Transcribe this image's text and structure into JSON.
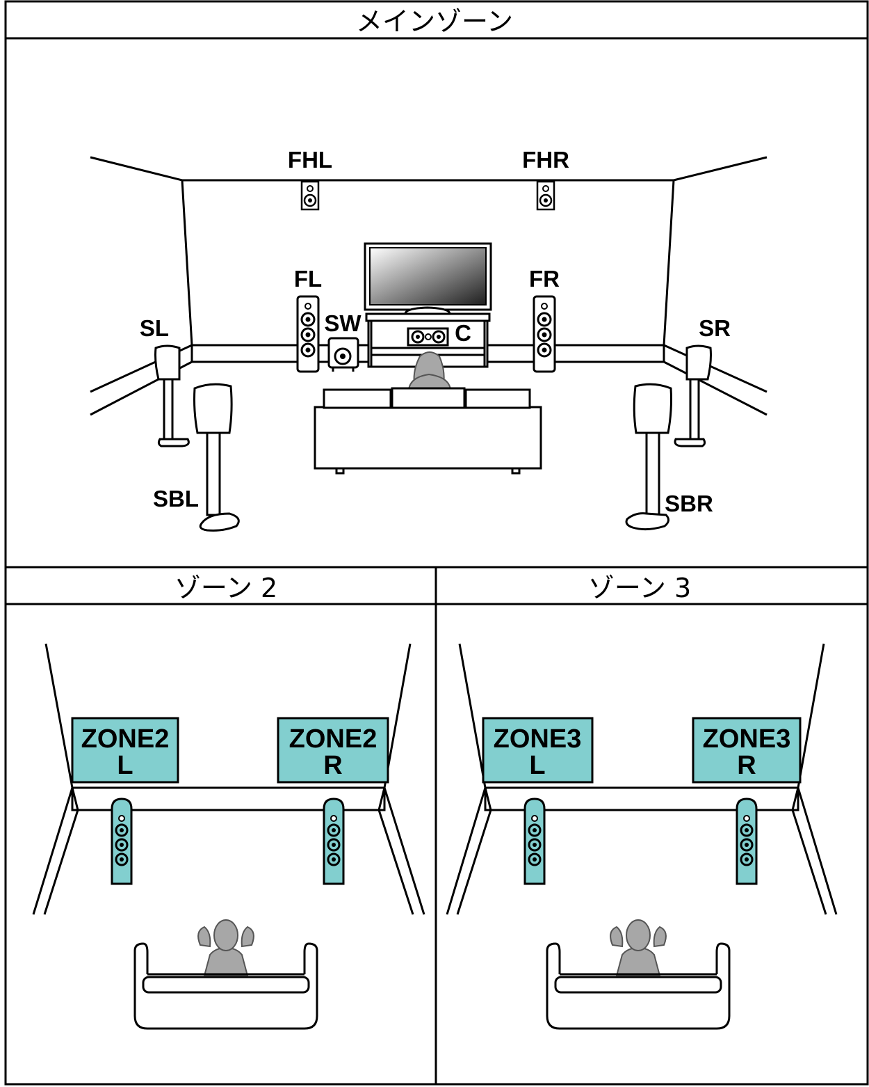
{
  "panels": {
    "main": {
      "title": "メインゾーン",
      "speakers": {
        "fhl": "FHL",
        "fhr": "FHR",
        "fl": "FL",
        "fr": "FR",
        "c": "C",
        "sw": "SW",
        "sl": "SL",
        "sr": "SR",
        "sbl": "SBL",
        "sbr": "SBR"
      }
    },
    "zone2": {
      "title": "ゾーン 2",
      "left_line1": "ZONE2",
      "left_line2": "L",
      "right_line1": "ZONE2",
      "right_line2": "R"
    },
    "zone3": {
      "title": "ゾーン 3",
      "left_line1": "ZONE3",
      "left_line2": "L",
      "right_line1": "ZONE3",
      "right_line2": "R"
    }
  },
  "colors": {
    "zone_label_fill": "#82cfcf",
    "person_fill": "#a7a7a7",
    "line": "#000000"
  }
}
